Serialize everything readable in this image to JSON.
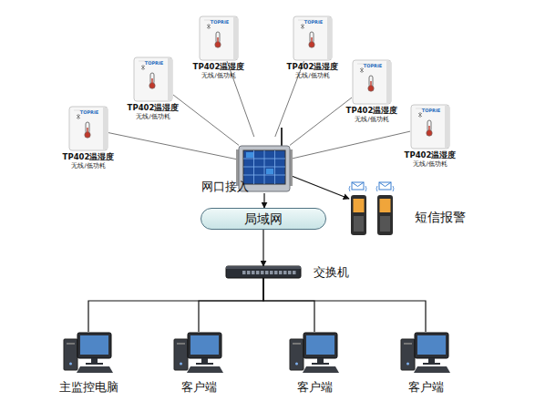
{
  "diagram": {
    "nodes": [
      {
        "text": [
          "TOPRIE",
          "TP402温湿度",
          "无线/低功耗"
        ]
      },
      {
        "text": [
          "TOPRIE",
          "TP402温湿度",
          "无线/低功耗"
        ]
      },
      {
        "text": [
          "TOPRIE",
          "TP402温湿度",
          "无线/低功耗"
        ]
      },
      {
        "text": [
          "TOPRIE",
          "TP402温湿度",
          "无线/低功耗"
        ]
      },
      {
        "text": [
          "TOPRIE",
          "TP402温湿度",
          "无线/低功耗"
        ]
      },
      {
        "text": [
          "TOPRIE",
          "TP402温湿度",
          "无线/低功耗"
        ]
      },
      {
        "text": []
      },
      {
        "text": [
          "局域网"
        ]
      },
      {
        "text": [
          "短信报警"
        ]
      },
      {
        "text": [
          "交换机"
        ]
      },
      {
        "text": [
          "主监控电脑"
        ]
      },
      {
        "text": [
          "客户端"
        ]
      },
      {
        "text": [
          "客户端"
        ]
      },
      {
        "text": [
          "客户端"
        ]
      }
    ],
    "edges": [
      {
        "from": 0,
        "to": 6,
        "arrow": "none"
      },
      {
        "from": 1,
        "to": 6,
        "arrow": "none"
      },
      {
        "from": 2,
        "to": 6,
        "arrow": "none"
      },
      {
        "from": 3,
        "to": 6,
        "arrow": "none"
      },
      {
        "from": 4,
        "to": 6,
        "arrow": "none"
      },
      {
        "from": 5,
        "to": 6,
        "arrow": "none"
      },
      {
        "from": 6,
        "to": 7,
        "label": "网口接入",
        "arrow": "to"
      },
      {
        "from": 6,
        "to": 8,
        "arrow": "to"
      },
      {
        "from": 7,
        "to": 9,
        "arrow": "to"
      },
      {
        "from": 9,
        "to": 10,
        "arrow": "none"
      },
      {
        "from": 9,
        "to": 11,
        "arrow": "none"
      },
      {
        "from": 9,
        "to": 12,
        "arrow": "none"
      },
      {
        "from": 9,
        "to": 13,
        "arrow": "none"
      }
    ]
  }
}
